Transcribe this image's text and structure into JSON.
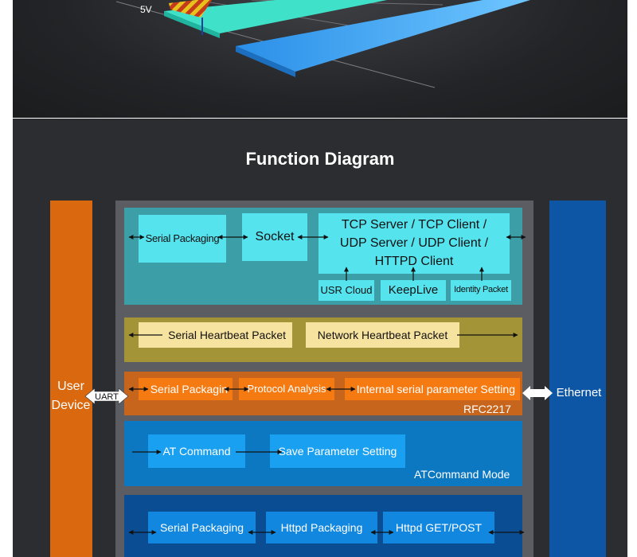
{
  "top_panel": {
    "voltage_label": "5V"
  },
  "diagram": {
    "title": "Function Diagram",
    "user_device_label": "User Device",
    "uart_label": "UART",
    "ethernet_label": "Ethernet",
    "network_section": {
      "serial_packaging": "Serial Packaging",
      "socket": "Socket",
      "server_client": "TCP Server / TCP Client / UDP Server / UDP Client / HTTPD Client",
      "usr_cloud": "USR Cloud",
      "keeplive": "KeepLive",
      "identity_packet": "Identity Packet"
    },
    "heartbeat_section": {
      "serial_heartbeat": "Serial Heartbeat Packet",
      "network_heartbeat": "Network Heartbeat Packet"
    },
    "rfc_section": {
      "serial_packagin": "Serial Packagin",
      "protocol_analysis": "Protocol Analysis",
      "internal_setting": "Internal serial parameter Setting",
      "mode_label": "RFC2217"
    },
    "at_section": {
      "at_command": "AT Command",
      "save_parameter": "Save Parameter Setting",
      "mode_label": "ATCommand Mode"
    },
    "httpd_section": {
      "serial_packaging": "Serial Packaging",
      "httpd_packaging": "Httpd Packaging",
      "httpd_get_post": "Httpd GET/POST"
    }
  },
  "colors": {
    "orange_bar": "#d9680f",
    "blue_bar": "#0d56a6",
    "gray_frame": "#5b5d62",
    "teal_section": "#3c9ea6",
    "teal_box": "#55e3ee",
    "olive_section": "#a39437",
    "cream_box": "#f7e3a0",
    "rfc_section": "#c8651c",
    "orange_box": "#f57a12",
    "at_section": "#0d78c2",
    "at_box": "#1aa0f0",
    "httpd_section": "#0a4d93",
    "httpd_box": "#1287df"
  }
}
